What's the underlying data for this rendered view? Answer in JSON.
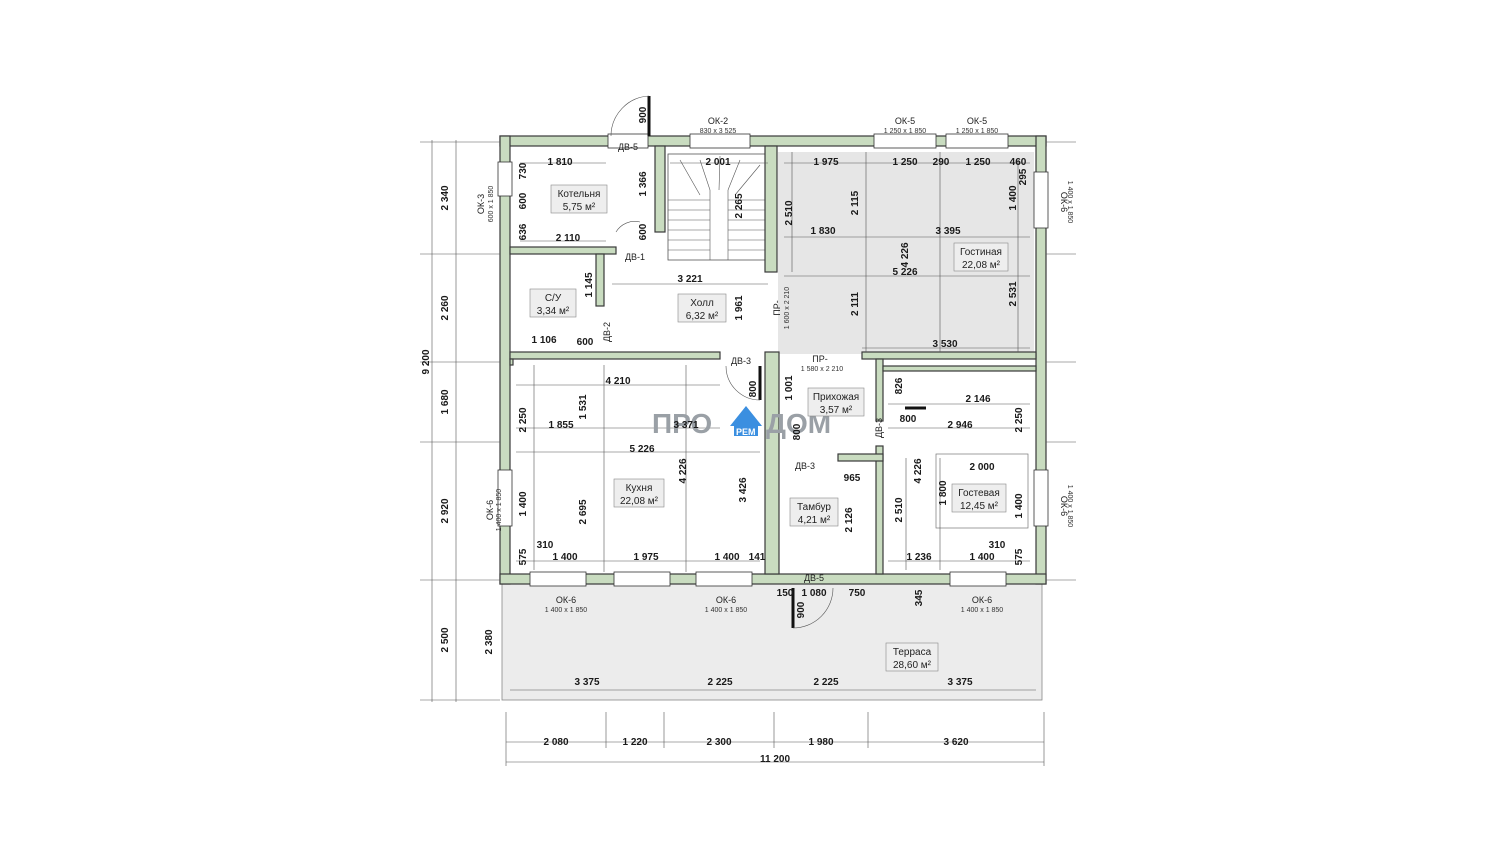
{
  "rooms": {
    "boiler": {
      "name": "Котельня",
      "area": "5,75 м²"
    },
    "bath": {
      "name": "С/У",
      "area": "3,34 м²"
    },
    "hall": {
      "name": "Холл",
      "area": "6,32 м²"
    },
    "living": {
      "name": "Гостиная",
      "area": "22,08 м²"
    },
    "entry": {
      "name": "Прихожая",
      "area": "3,57 м²"
    },
    "kitchen": {
      "name": "Кухня",
      "area": "22,08 м²"
    },
    "vestibule": {
      "name": "Тамбур",
      "area": "4,21 м²"
    },
    "guest": {
      "name": "Гостевая",
      "area": "12,45 м²"
    },
    "terrace": {
      "name": "Терраса",
      "area": "28,60 м²"
    }
  },
  "openings": {
    "ok2": {
      "name": "ОК-2",
      "size": "830 x 3 525"
    },
    "ok5a": {
      "name": "ОК-5",
      "size": "1 250 x 1 850"
    },
    "ok5b": {
      "name": "ОК-5",
      "size": "1 250 x 1 850"
    },
    "ok3": {
      "name": "ОК-3",
      "size": "600 x 1 850"
    },
    "ok6_right_top": {
      "name": "ОК-6",
      "size": "1 400 x 1 850"
    },
    "ok6_right_bottom": {
      "name": "ОК-6",
      "size": "1 400 x 1 850"
    },
    "ok6_left": {
      "name": "ОК-6",
      "size": "1 400 x 1 850"
    },
    "ok6_b1": {
      "name": "ОК-6",
      "size": "1 400 x 1 850"
    },
    "ok6_b2": {
      "name": "ОК-6",
      "size": "1 400 x 1 850"
    },
    "ok6_b3": {
      "name": "ОК-6",
      "size": "1 400 x 1 850"
    },
    "pr1": {
      "name": "ПР-",
      "size": "1 600 x 2 210"
    },
    "pr2": {
      "name": "ПР-",
      "size": "1 580 x 2 210"
    },
    "dv5_top": "ДВ-5",
    "dv1": "ДВ-1",
    "dv2": "ДВ-2",
    "dv3_hall": "ДВ-3",
    "dv3_vest": "ДВ-3",
    "dv3_guest": "ДВ-3",
    "dv5_bottom": "ДВ-5"
  },
  "dims_h": {
    "d1810": "1 810",
    "d2001": "2 001",
    "d1975": "1 975",
    "d1250a": "1 250",
    "d290": "290",
    "d1250b": "1 250",
    "d460": "460",
    "d2110": "2 110",
    "d1830": "1 830",
    "d3395": "3 395",
    "d3221": "3 221",
    "d5226a": "5 226",
    "d1106": "1 106",
    "d600a": "600",
    "d3530": "3 530",
    "d4210": "4 210",
    "d2146": "2 146",
    "d800a": "800",
    "d2946": "2 946",
    "d1855": "1 855",
    "d3371": "3 371",
    "d5226b": "5 226",
    "d2000": "2 000",
    "d965": "965",
    "d310a": "310",
    "d1400a": "1 400",
    "d1975b": "1 975",
    "d1400b": "1 400",
    "d141": "141",
    "d1236": "1 236",
    "d310b": "310",
    "d1400c": "1 400",
    "d150": "150",
    "d1080": "1 080",
    "d750": "750",
    "d3375a": "3 375",
    "d2225a": "2 225",
    "d2225b": "2 225",
    "d3375b": "3 375",
    "b2080": "2 080",
    "b1220": "1 220",
    "b2300": "2 300",
    "b1980": "1 980",
    "b3620": "3 620",
    "b11200": "11 200"
  },
  "dims_v": {
    "l2340": "2 340",
    "l2260": "2 260",
    "l1680": "1 680",
    "l2920": "2 920",
    "l2500": "2 500",
    "l9200": "9 200",
    "l2380": "2 380",
    "v730": "730",
    "v600": "600",
    "v636": "636",
    "v1366": "1 366",
    "v600b": "600",
    "v2265": "2 265",
    "v2510a": "2 510",
    "v2115": "2 115",
    "v4226a": "4 226",
    "v2111": "2 111",
    "v1400a": "1 400",
    "v295": "295",
    "v2531": "2 531",
    "v1145": "1 145",
    "v1961": "1 961",
    "v900a": "900",
    "v800a": "800",
    "v1001": "1 001",
    "v826": "826",
    "v800b": "800",
    "v2250a": "2 250",
    "v1531": "1 531",
    "v2250b": "2 250",
    "v4226b": "4 226",
    "v2695": "2 695",
    "v3426": "3 426",
    "v1400b": "1 400",
    "v575a": "575",
    "v2126": "2 126",
    "v2510b": "2 510",
    "v4226c": "4 226",
    "v1800": "1 800",
    "v1400c": "1 400",
    "v575b": "575",
    "v900b": "900",
    "v345": "345"
  },
  "logo": {
    "left": "ПРО",
    "right": "ДОМ",
    "badge": "РЕМ"
  }
}
